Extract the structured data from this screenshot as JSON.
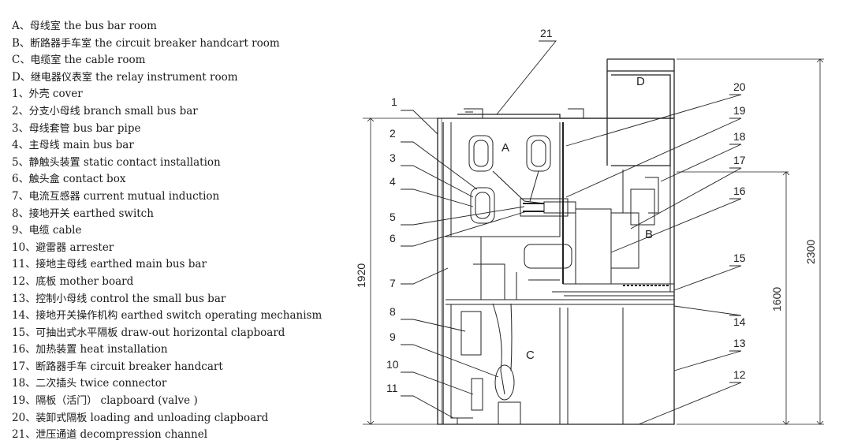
{
  "legend": [
    {
      "key": "A",
      "sep": "、",
      "zh": "母线室",
      "en": "the bus bar room"
    },
    {
      "key": "B",
      "sep": "、",
      "zh": "断路器手车室",
      "en": "the circuit breaker handcart room"
    },
    {
      "key": "C",
      "sep": "、",
      "zh": "电缆室",
      "en": "the cable room"
    },
    {
      "key": "D",
      "sep": "、",
      "zh": "继电器仪表室",
      "en": "the relay instrument room"
    },
    {
      "key": "1",
      "sep": "、",
      "zh": "外壳",
      "en": "cover"
    },
    {
      "key": "2",
      "sep": "、",
      "zh": "分支小母线",
      "en": "branch small bus bar"
    },
    {
      "key": "3",
      "sep": "、",
      "zh": "母线套管",
      "en": "bus bar pipe"
    },
    {
      "key": "4",
      "sep": "、",
      "zh": "主母线",
      "en": "main bus  bar"
    },
    {
      "key": "5",
      "sep": "、",
      "zh": "静触头装置",
      "en": "static contact installation"
    },
    {
      "key": "6",
      "sep": "、",
      "zh": "触头盒",
      "en": "contact box"
    },
    {
      "key": "7",
      "sep": "、",
      "zh": "电流互感器",
      "en": "current mutual induction"
    },
    {
      "key": "8",
      "sep": "、",
      "zh": "接地开关",
      "en": "earthed switch"
    },
    {
      "key": "9",
      "sep": "、",
      "zh": "电缆",
      "en": "cable"
    },
    {
      "key": "10",
      "sep": "、",
      "zh": "避雷器",
      "en": "arrester"
    },
    {
      "key": "11",
      "sep": "、",
      "zh": "接地主母线",
      "en": "earthed main bus bar"
    },
    {
      "key": "12",
      "sep": "、",
      "zh": "底板",
      "en": "mother board"
    },
    {
      "key": "13",
      "sep": "、",
      "zh": "控制小母线",
      "en": "control the small bus bar"
    },
    {
      "key": "14",
      "sep": "、",
      "zh": "接地开关操作机构",
      "en": "earthed switch operating mechanism"
    },
    {
      "key": "15",
      "sep": "、",
      "zh": "可抽出式水平隔板",
      "en": "draw-out horizontal clapboard"
    },
    {
      "key": "16",
      "sep": "、",
      "zh": "加热装置",
      "en": "heat installation"
    },
    {
      "key": "17",
      "sep": "、",
      "zh": "断路器手车",
      "en": "circuit breaker handcart"
    },
    {
      "key": "18",
      "sep": "、",
      "zh": "二次插头",
      "en": "twice connector"
    },
    {
      "key": "19",
      "sep": "、",
      "zh": "隔板（活门）",
      "en": "clapboard (valve )"
    },
    {
      "key": "20",
      "sep": "、",
      "zh": "装卸式隔板",
      "en": "loading and unloading clapboard"
    },
    {
      "key": "21",
      "sep": "、",
      "zh": "泄压通道",
      "en": "decompression channel"
    }
  ],
  "diagram": {
    "room_labels": {
      "a": "A",
      "b": "B",
      "c": "C",
      "d": "D"
    },
    "callouts": {
      "n1": "1",
      "n2": "2",
      "n3": "3",
      "n4": "4",
      "n5": "5",
      "n6": "6",
      "n7": "7",
      "n8": "8",
      "n9": "9",
      "n10": "10",
      "n11": "11",
      "n12": "12",
      "n13": "13",
      "n14": "14",
      "n15": "15",
      "n16": "16",
      "n17": "17",
      "n18": "18",
      "n19": "19",
      "n20": "20",
      "n21": "21"
    },
    "dimensions": {
      "height_left": "1920",
      "height_mid": "1600",
      "height_total": "2300"
    }
  }
}
